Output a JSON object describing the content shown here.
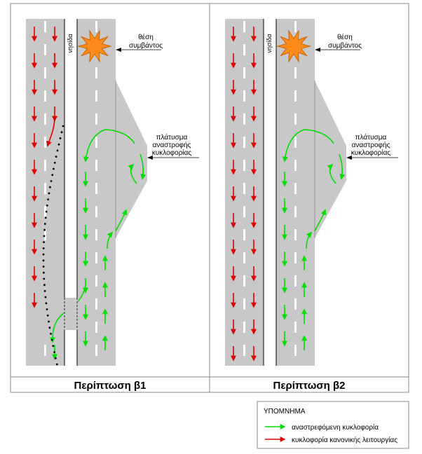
{
  "panels": [
    {
      "id": "b1",
      "label": "Περίπτωση β1",
      "median_label": "νησίδα",
      "incident_label": [
        "θέση",
        "συμβάντος"
      ],
      "widening_label": [
        "πλάτυσμα",
        "αναστροφής",
        "κυκλοφορίας"
      ],
      "has_crossover": true
    },
    {
      "id": "b2",
      "label": "Περίπτωση β2",
      "median_label": "νησίδα",
      "incident_label": [
        "θέση",
        "συμβάντος"
      ],
      "widening_label": [
        "πλάτυσμα",
        "αναστροφής",
        "κυκλοφορίας"
      ],
      "has_crossover": false
    }
  ],
  "legend": {
    "title": "ΥΠΟΜΝΗΜΑ",
    "items": [
      {
        "label": "αναστρεφόμενη κυκλοφορία",
        "color": "#00dd00"
      },
      {
        "label": "κυκλοφορία κανονικής λειτουργίας",
        "color": "#dd0000"
      }
    ]
  },
  "colors": {
    "road": "#c8c8c8",
    "lane_mark": "#ffffff",
    "green_arrow": "#00dd00",
    "red_arrow": "#dd0000",
    "incident_fill": "#ff8c1a",
    "incident_stroke": "#c86400",
    "frame": "#888888"
  }
}
